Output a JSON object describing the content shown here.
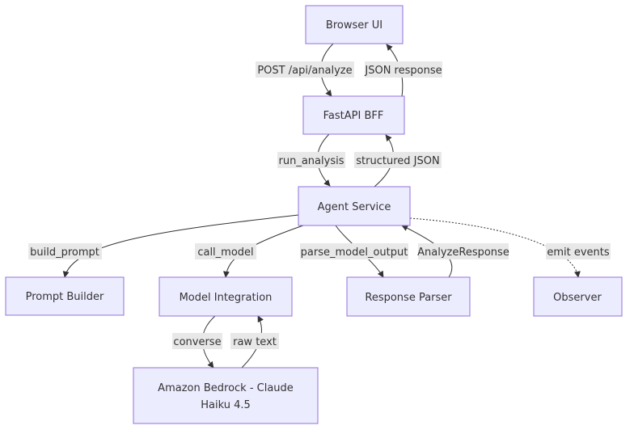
{
  "nodes": {
    "browser_ui": "Browser UI",
    "fastapi_bff": "FastAPI BFF",
    "agent_service": "Agent Service",
    "prompt_builder": "Prompt Builder",
    "model_integration": "Model Integration",
    "response_parser": "Response Parser",
    "observer": "Observer",
    "bedrock_line1": "Amazon Bedrock - Claude",
    "bedrock_line2": "Haiku 4.5"
  },
  "edges": {
    "post_analyze": "POST /api/analyze",
    "json_response": "JSON response",
    "run_analysis": "run_analysis",
    "structured_json": "structured JSON",
    "build_prompt": "build_prompt",
    "call_model": "call_model",
    "parse_model_output": "parse_model_output",
    "analyze_response": "AnalyzeResponse",
    "emit_events": "emit events",
    "converse": "converse",
    "raw_text": "raw text"
  },
  "colors": {
    "node_fill": "#ECECFF",
    "node_stroke": "#9370DB",
    "edge": "#333333",
    "label_bg": "#e8e8e8"
  }
}
